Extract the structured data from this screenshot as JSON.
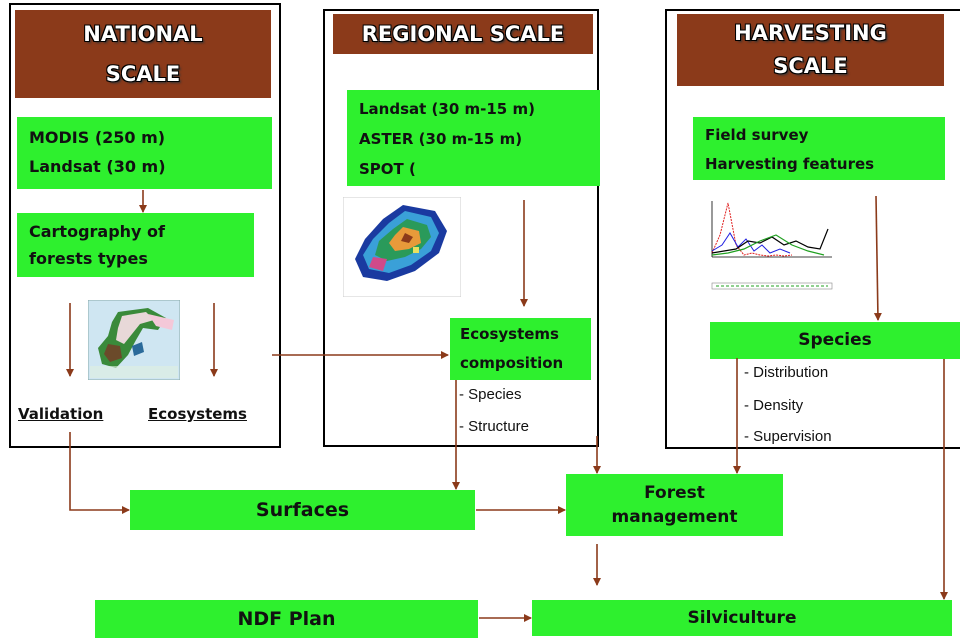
{
  "national": {
    "header": [
      "NATIONAL",
      "SCALE"
    ],
    "sensors": [
      "MODIS (250 m)",
      "Landsat (30 m)"
    ],
    "cartography": [
      "Cartography of",
      "forests types"
    ],
    "validation": "Validation",
    "ecosystems": "Ecosystems"
  },
  "regional": {
    "header": "REGIONAL SCALE",
    "sensors": [
      "Landsat (30 m-15 m)",
      "ASTER (30 m-15 m)",
      "SPOT ("
    ],
    "ecosystems_box": [
      "Ecosystems",
      "composition"
    ],
    "items": [
      "- Species",
      "- Structure"
    ]
  },
  "harvesting": {
    "header": [
      "HARVESTING",
      "SCALE"
    ],
    "field": [
      "Field survey",
      "Harvesting features"
    ],
    "species": "Species",
    "items": [
      "- Distribution",
      "- Density",
      "- Supervision"
    ]
  },
  "bottom": {
    "surfaces": "Surfaces",
    "forest_management": [
      "Forest",
      "management"
    ],
    "ndf_plan": "NDF Plan",
    "silviculture": "Silviculture"
  },
  "colors": {
    "header_bg": "#8b3a1a",
    "box_green": "#2ef02e",
    "arrow": "#8b3a1a"
  }
}
